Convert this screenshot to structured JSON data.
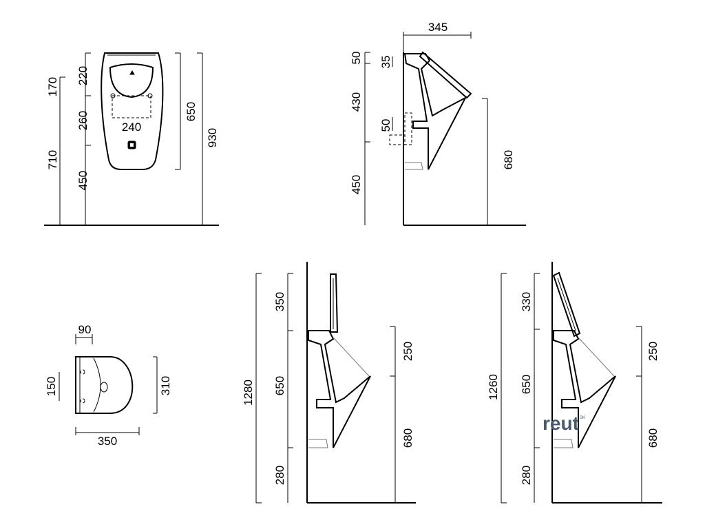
{
  "front_view": {
    "dim_220": "220",
    "dim_170": "170",
    "dim_260": "260",
    "dim_240": "240",
    "dim_710": "710",
    "dim_450": "450",
    "dim_650": "650",
    "dim_930": "930"
  },
  "side_view_top": {
    "dim_345": "345",
    "dim_50_top": "50",
    "dim_35": "35",
    "dim_430": "430",
    "dim_50_mid": "50",
    "dim_450": "450",
    "dim_680": "680"
  },
  "plan_view": {
    "dim_90": "90",
    "dim_150": "150",
    "dim_310": "310",
    "dim_350": "350"
  },
  "side_view_left": {
    "dim_1280": "1280",
    "dim_350": "350",
    "dim_650": "650",
    "dim_280": "280",
    "dim_250": "250",
    "dim_680": "680"
  },
  "side_view_right": {
    "dim_1260": "1260",
    "dim_330": "330",
    "dim_650": "650",
    "dim_280": "280",
    "dim_250": "250",
    "dim_680": "680"
  },
  "watermark": {
    "text": "reut",
    "sup": "SK"
  }
}
